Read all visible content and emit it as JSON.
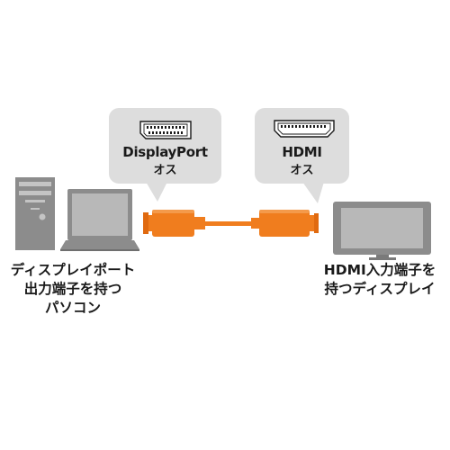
{
  "bubbles": {
    "displayport": {
      "name": "DisplayPort",
      "gender": "オス",
      "icon": "displayport-connector-icon"
    },
    "hdmi": {
      "name": "HDMI",
      "gender": "オス",
      "icon": "hdmi-connector-icon"
    }
  },
  "captions": {
    "left": [
      "ディスプレイポート",
      "出力端子を持つ",
      "パソコン"
    ],
    "right": [
      "HDMI入力端子を",
      "持つディスプレイ"
    ]
  },
  "colors": {
    "bubble": "#dddddd",
    "cable": "#f07d1e",
    "cable_dark": "#e06a10",
    "device": "#909090",
    "device_dark": "#6a6a6a",
    "screen": "#b8b8b8"
  }
}
